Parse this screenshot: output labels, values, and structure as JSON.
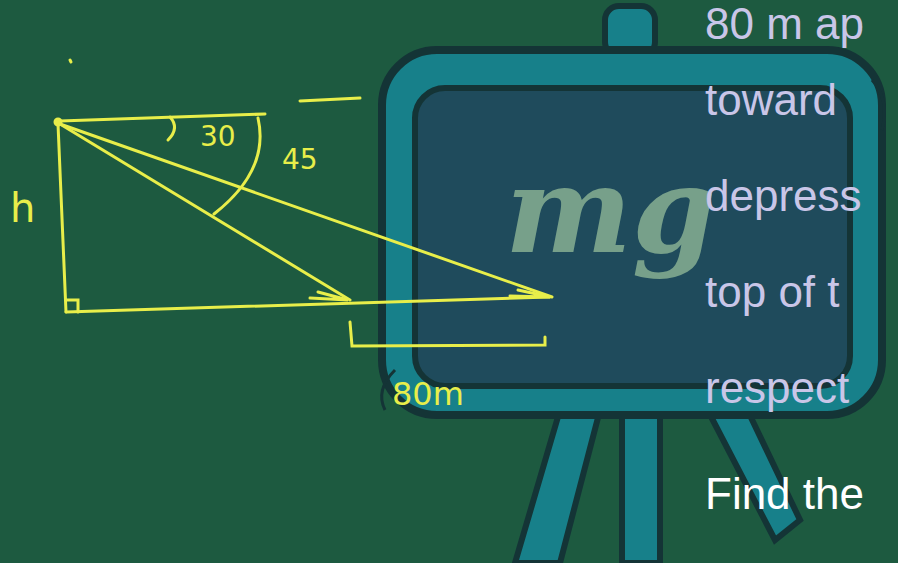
{
  "diagram": {
    "labels": [
      "h",
      "30",
      "45",
      "80m",
      "mg",
      "80 m ap",
      "toward",
      "depress",
      "top of t",
      "respect",
      "Find the"
    ]
  }
}
